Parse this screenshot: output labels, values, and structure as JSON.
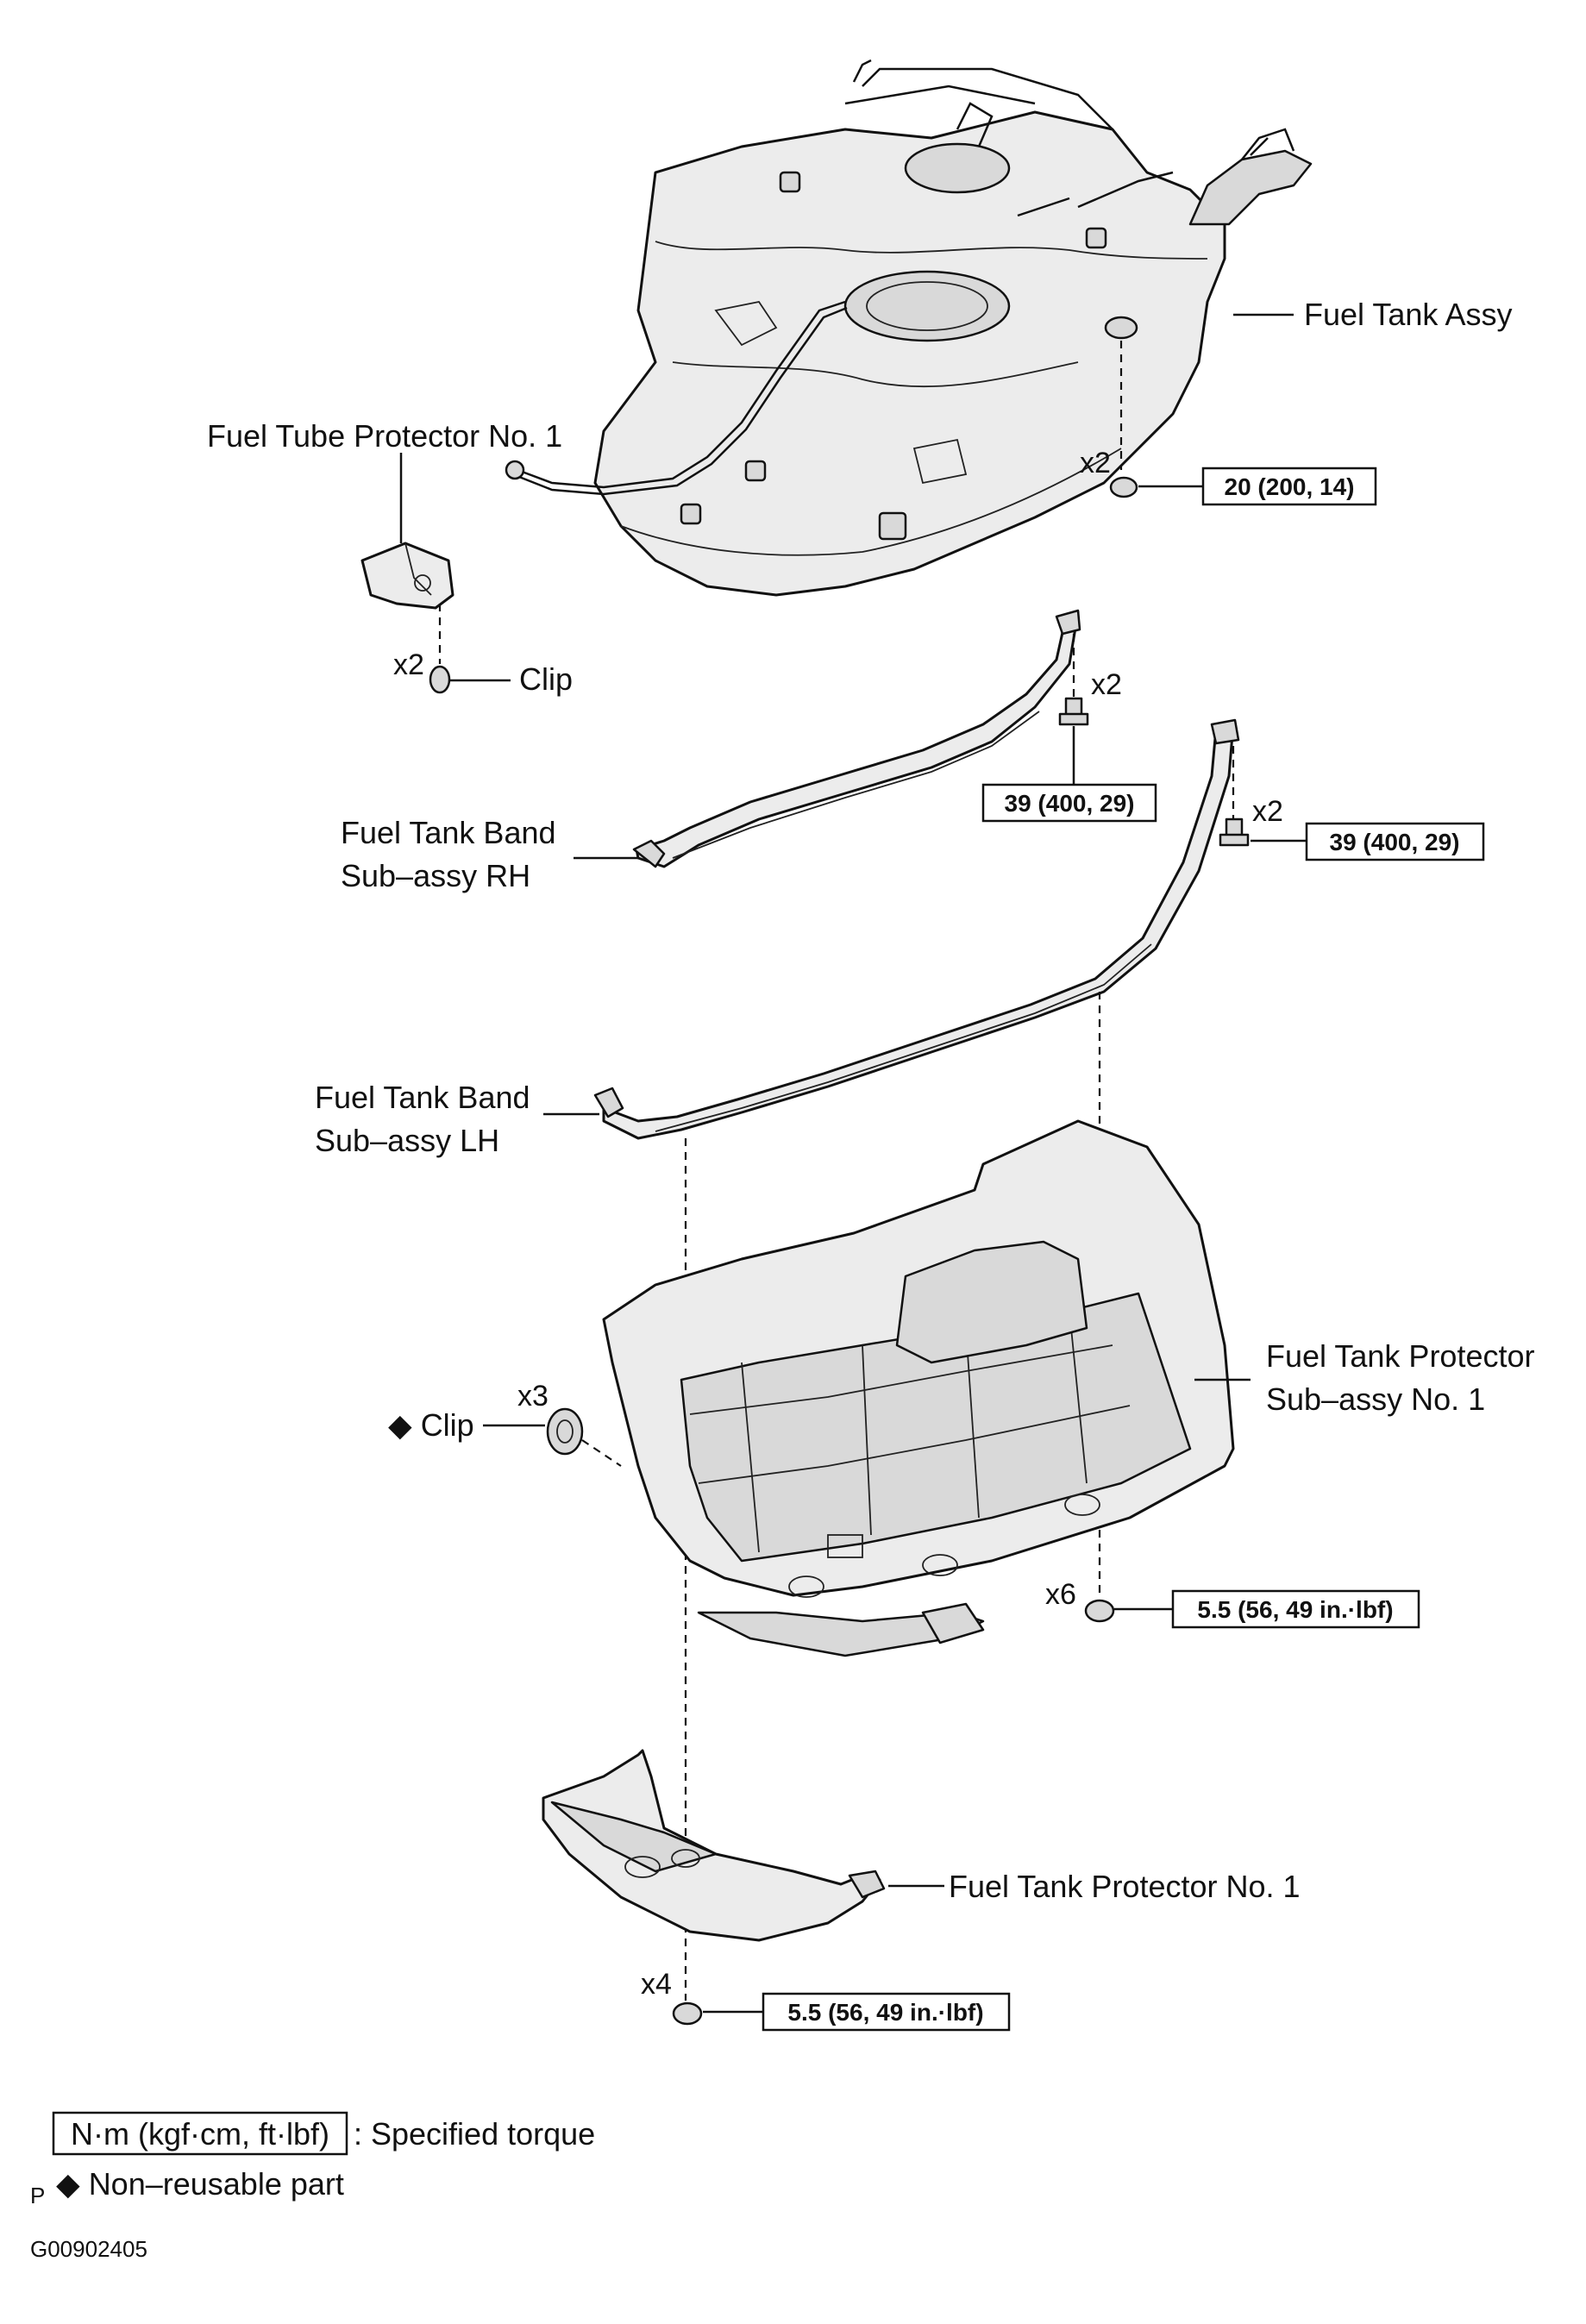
{
  "labels": {
    "fuel_tank_assy": "Fuel Tank Assy",
    "fuel_tube_protector": "Fuel Tube Protector No. 1",
    "clip": "Clip",
    "band_rh_line1": "Fuel Tank Band",
    "band_rh_line2": "Sub–assy RH",
    "band_lh_line1": "Fuel Tank Band",
    "band_lh_line2": "Sub–assy LH",
    "protector_sub_line1": "Fuel Tank Protector",
    "protector_sub_line2": "Sub–assy No. 1",
    "non_reusable_clip": "◆ Clip",
    "protector_no1": "Fuel Tank Protector No. 1"
  },
  "quantities": {
    "tank_nut": "x2",
    "tube_clip": "x2",
    "band_rh_bolt": "x2",
    "band_lh_bolt": "x2",
    "protector_clip": "x3",
    "protector_nut": "x6",
    "protector_no1_nut": "x4"
  },
  "torques": {
    "tank": "20 (200, 14)",
    "band_rh": "39 (400, 29)",
    "band_lh": "39 (400, 29)",
    "protector_sub": "5.5 (56, 49 in.·lbf)",
    "protector_no1": "5.5 (56, 49 in.·lbf)"
  },
  "legend": {
    "torque_unit": "N·m (kgf·cm, ft·lbf)",
    "torque_desc": ": Specified torque",
    "non_reusable": "◆ Non–reusable part",
    "p_mark": "P"
  },
  "figure_id": "G00902405"
}
